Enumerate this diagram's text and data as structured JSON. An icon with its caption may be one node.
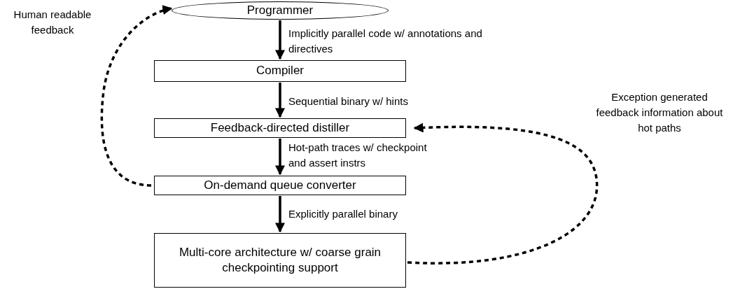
{
  "diagram": {
    "nodes": [
      {
        "text": [
          "Programmer"
        ]
      },
      {
        "text": [
          "Compiler"
        ]
      },
      {
        "text": [
          "Feedback-directed distiller"
        ]
      },
      {
        "text": [
          "On-demand queue converter"
        ]
      },
      {
        "text": [
          "Multi-core architecture w/ coarse grain checkpointing support"
        ]
      }
    ],
    "edges": [
      {
        "from": 0,
        "to": 1,
        "arrow": "to",
        "label": "Implicitly parallel code w/ annotations and directives"
      },
      {
        "from": 1,
        "to": 2,
        "arrow": "to",
        "label": "Sequential binary w/ hints"
      },
      {
        "from": 2,
        "to": 3,
        "arrow": "to",
        "label": "Hot-path traces w/ checkpoint and assert instrs"
      },
      {
        "from": 3,
        "to": 4,
        "arrow": "to",
        "label": "Explicitly parallel binary"
      },
      {
        "from": 3,
        "to": 0,
        "arrow": "to",
        "style": "dashed",
        "label": "Human readable feedback"
      },
      {
        "from": 4,
        "to": 2,
        "arrow": "to",
        "style": "dashed",
        "label": "Exception generated feedback information about hot paths"
      }
    ]
  }
}
